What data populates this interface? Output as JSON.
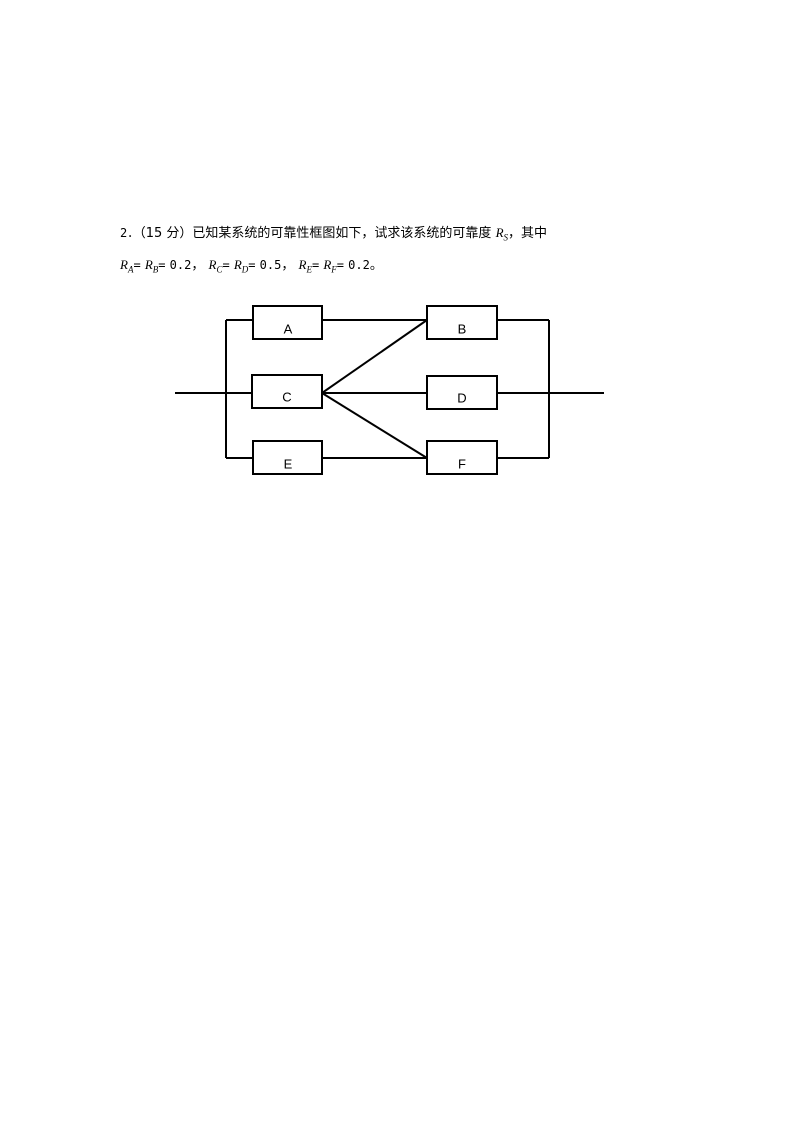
{
  "question": {
    "number": "2．",
    "score": "（15 分）",
    "text": "已知某系统的可靠性框图如下，试求该系统的可靠度",
    "target_var": "R",
    "target_sub": "S",
    "suffix": "，其中"
  },
  "conditions": {
    "r": "R",
    "sub_a": "A",
    "sub_b": "B",
    "sub_c": "C",
    "sub_d": "D",
    "sub_e": "E",
    "sub_f": "F",
    "eq": "=",
    "val_ab": "0.2",
    "val_cd": "0.5",
    "val_ef": "0.2",
    "comma": "，",
    "period": "。"
  },
  "diagram": {
    "blocks": {
      "a": "A",
      "b": "B",
      "c": "C",
      "d": "D",
      "e": "E",
      "f": "F"
    }
  }
}
